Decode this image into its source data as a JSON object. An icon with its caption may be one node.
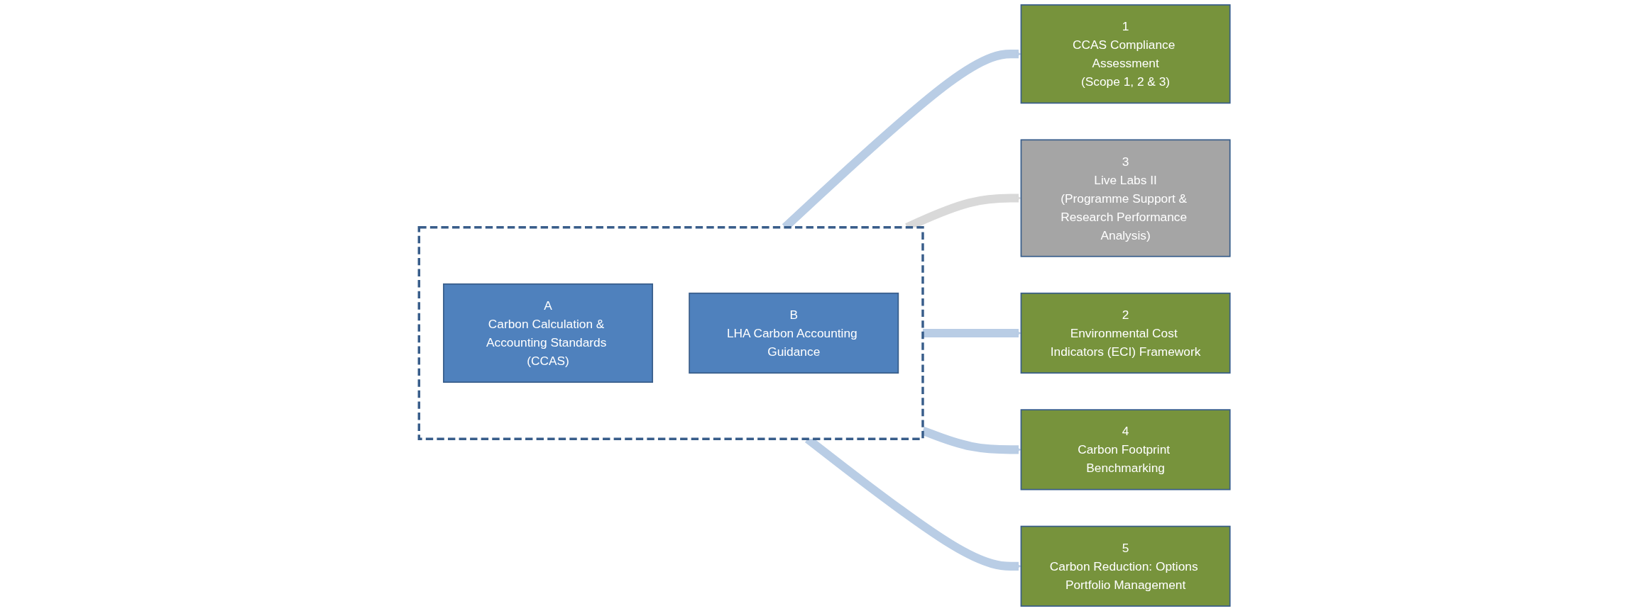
{
  "diagram": {
    "nodes": [
      {
        "text": [],
        "shape": "box"
      },
      {
        "text": [
          "A",
          "Carbon Calculation & Accounting Standards (CCAS)"
        ],
        "in": 0
      },
      {
        "text": [
          "B",
          "LHA Carbon Accounting Guidance"
        ],
        "in": 0
      },
      {
        "text": [
          "1",
          "CCAS Compliance Assessment",
          "(Scope 1, 2 & 3)"
        ]
      },
      {
        "text": [
          "2",
          "Environmental Cost Indicators (ECI) Framework"
        ]
      },
      {
        "text": [
          "3",
          "Live Labs II",
          "(Programme Support & Research Performance Analysis)"
        ]
      },
      {
        "text": [
          "4",
          "Carbon Footprint Benchmarking"
        ]
      },
      {
        "text": [
          "5",
          "Carbon Reduction: Options Portfolio Management"
        ]
      }
    ],
    "edges": [
      {
        "from": 0,
        "to": 3,
        "arrow": "to"
      },
      {
        "from": 0,
        "to": 5,
        "arrow": "to",
        "color": "#d9d9d9"
      },
      {
        "from": 0,
        "to": 4,
        "arrow": "to"
      },
      {
        "from": 0,
        "to": 6,
        "arrow": "to"
      },
      {
        "from": 0,
        "to": 7,
        "arrow": "to"
      }
    ]
  }
}
